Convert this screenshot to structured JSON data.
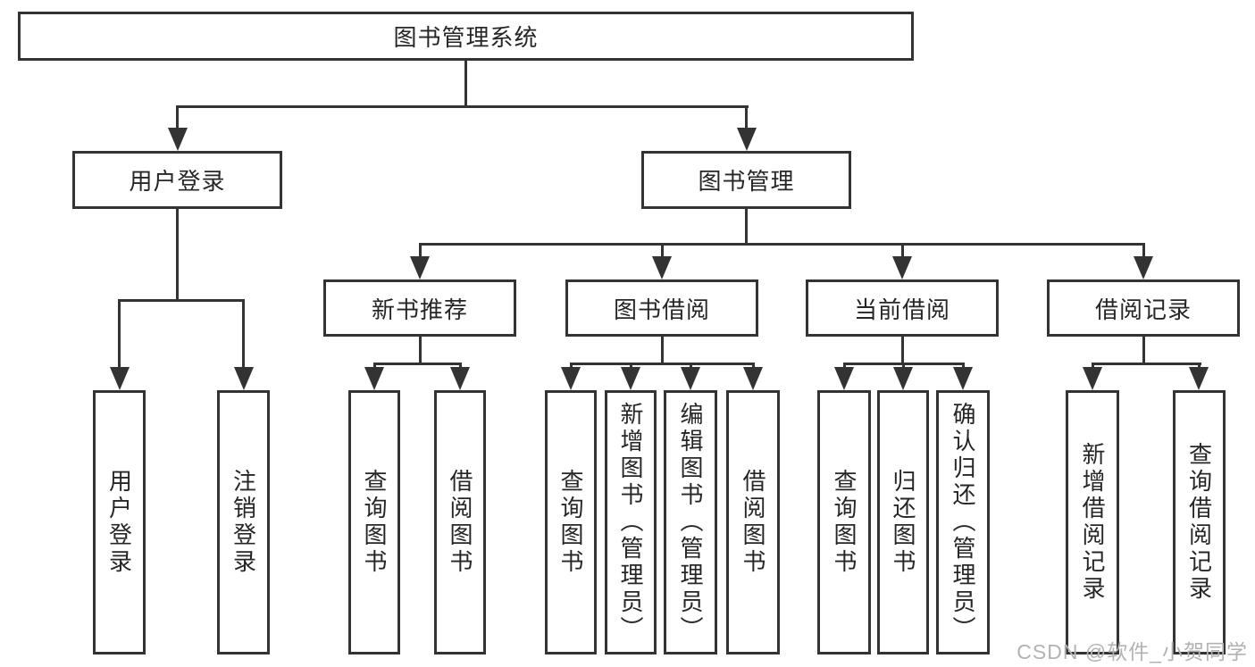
{
  "diagram": {
    "root": {
      "label": "图书管理系统",
      "children": [
        {
          "label": "用户登录",
          "children": [
            {
              "label": "用户登录"
            },
            {
              "label": "注销登录"
            }
          ]
        },
        {
          "label": "图书管理",
          "children": [
            {
              "label": "新书推荐",
              "children": [
                {
                  "label": "查询图书"
                },
                {
                  "label": "借阅图书"
                }
              ]
            },
            {
              "label": "图书借阅",
              "children": [
                {
                  "label": "查询图书"
                },
                {
                  "label": "新增图书（管理员）"
                },
                {
                  "label": "编辑图书（管理员）"
                },
                {
                  "label": "借阅图书"
                }
              ]
            },
            {
              "label": "当前借阅",
              "children": [
                {
                  "label": "查询图书"
                },
                {
                  "label": "归还图书"
                },
                {
                  "label": "确认归还（管理员）"
                }
              ]
            },
            {
              "label": "借阅记录",
              "children": [
                {
                  "label": "新增借阅记录"
                },
                {
                  "label": "查询借阅记录"
                }
              ]
            }
          ]
        }
      ]
    },
    "colors": {
      "line": "#333333",
      "border": "#333333",
      "text": "#262626",
      "background": "#ffffff"
    },
    "watermark": {
      "text": "CSDN @软件_小贺同学",
      "color": "#b2b2b2"
    }
  }
}
